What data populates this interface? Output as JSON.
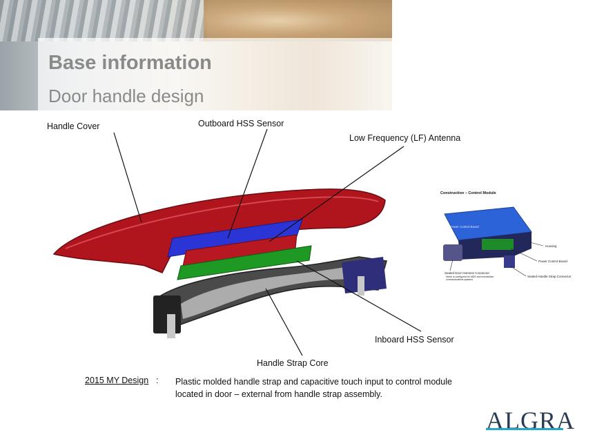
{
  "header": {
    "title": "Base information",
    "subtitle": "Door handle design"
  },
  "diagram": {
    "labels": {
      "handle_cover": "Handle Cover",
      "outboard_hss": "Outboard HSS Sensor",
      "lf_antenna": "Low Frequency (LF) Antenna",
      "inboard_hss": "Inboard HSS Sensor",
      "strap_core": "Handle Strap Core"
    },
    "colors": {
      "cover": "#b0141d",
      "outboard": "#2b35d6",
      "antenna": "#b81821",
      "inboard": "#1e9a24",
      "core": "#3a3a3a",
      "module": "#2c63d8"
    }
  },
  "inset": {
    "title": "Construction – Control Module",
    "top_label": "Power Control Board",
    "housing": "Housing",
    "power_board": "Power Control Board",
    "strap_connector": "Sealed Handle Strap Connector",
    "harness_connector": "Sealed Door Harness Connector",
    "harness_note": "Notch is configured for MDS and Immobilizer communications systems"
  },
  "design": {
    "key": "2015 MY Design",
    "colon": ":",
    "text": "Plastic molded handle strap and capacitive touch input to control module located in door – external from handle strap assembly."
  },
  "logo": {
    "text": "ALGRA"
  }
}
